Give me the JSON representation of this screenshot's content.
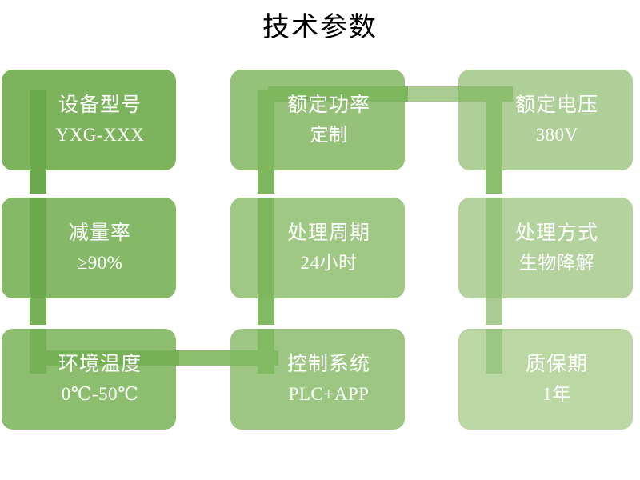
{
  "header": {
    "title": "技术参数"
  },
  "theme": {
    "background": "#ffffff",
    "title_color": "#000000",
    "text_color": "#ffffff",
    "green_dark": "#7CB35C",
    "green_mid": "#95C278",
    "green_light": "#AFCF99",
    "green_lighter": "#BBD7A4",
    "connector_dark": "#6CA84C",
    "connector_mid": "#8CBE6E",
    "connector_light": "#A9CC93",
    "connector_lighter": "#C3DCB0"
  },
  "cards": [
    {
      "id": "device-model",
      "label": "设备型号",
      "value": "YXG-XXX",
      "color": "#7CB35C",
      "bar_color": "#6CA84C"
    },
    {
      "id": "rated-power",
      "label": "额定功率",
      "value": "定制",
      "color": "#95C278",
      "bar_color": "#7EB75E"
    },
    {
      "id": "rated-voltage",
      "label": "额定电压",
      "value": "380V",
      "color": "#AFCF99",
      "bar_color": "#8CBE6E"
    },
    {
      "id": "reduction-rate",
      "label": "减量率",
      "value": "≥90%",
      "color": "#85B968",
      "bar_color": "#6CA84C"
    },
    {
      "id": "treatment-cycle",
      "label": "处理周期",
      "value": "24小时",
      "color": "#9FC885",
      "bar_color": "#7EB75E"
    },
    {
      "id": "treatment-method",
      "label": "处理方式",
      "value": "生物降解",
      "color": "#B4D29D",
      "bar_color": "#96C47C"
    },
    {
      "id": "ambient-temperature",
      "label": "环境温度",
      "value": "0℃-50℃",
      "color": "#8DBE70",
      "bar_color": "#76B157"
    },
    {
      "id": "control-system",
      "label": "控制系统",
      "value": "PLC+APP",
      "color": "#9CC681",
      "bar_color": "#82BA63"
    },
    {
      "id": "warranty-period",
      "label": "质保期",
      "value": "1年",
      "color": "#BBD7A4",
      "bar_color": "#9CC782"
    }
  ],
  "connectors": [
    {
      "id": "h-connector-power-voltage",
      "orientation": "horizontal"
    },
    {
      "id": "h-connector-temp-control",
      "orientation": "horizontal"
    },
    {
      "id": "v-connector-col1",
      "orientation": "vertical"
    },
    {
      "id": "v-connector-col2",
      "orientation": "vertical"
    },
    {
      "id": "v-connector-col3",
      "orientation": "vertical"
    }
  ]
}
